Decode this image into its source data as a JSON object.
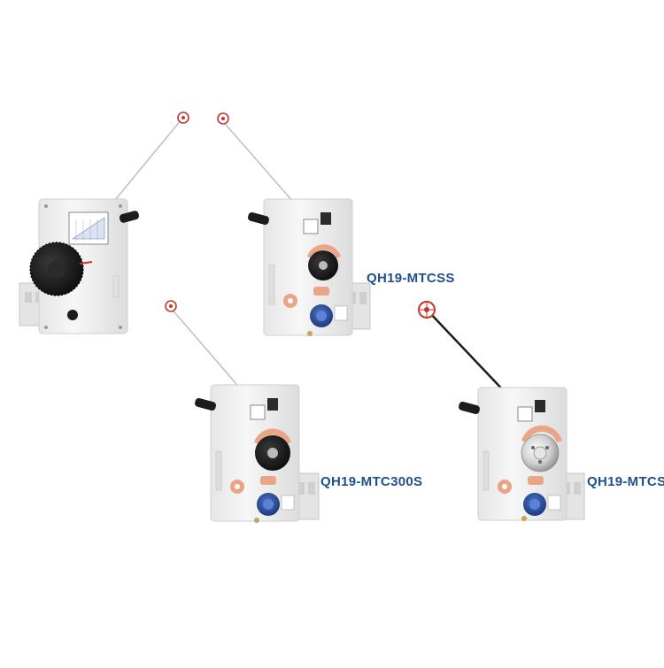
{
  "products": [
    {
      "id": "unlabeled-tensioner",
      "label": ""
    },
    {
      "id": "mtcss",
      "label": "QH19-MTCSS"
    },
    {
      "id": "mtc300s",
      "label": "QH19-MTC300S"
    },
    {
      "id": "mtcs",
      "label": "QH19-MTCS"
    }
  ],
  "colors": {
    "background": "#ffffff",
    "label_text": "#1f4f8f",
    "housing": "#f0f0f0",
    "housing_shadow": "#d4d4d4",
    "copper_accent": "#e9a585",
    "knob_blue": "#2a4d9c",
    "knob_black": "#1c1c1c",
    "pulley_red": "#c0392b"
  },
  "icons": [
    "tension-arm-icon",
    "pulley-icon",
    "tension-knob-icon",
    "handle-icon"
  ]
}
